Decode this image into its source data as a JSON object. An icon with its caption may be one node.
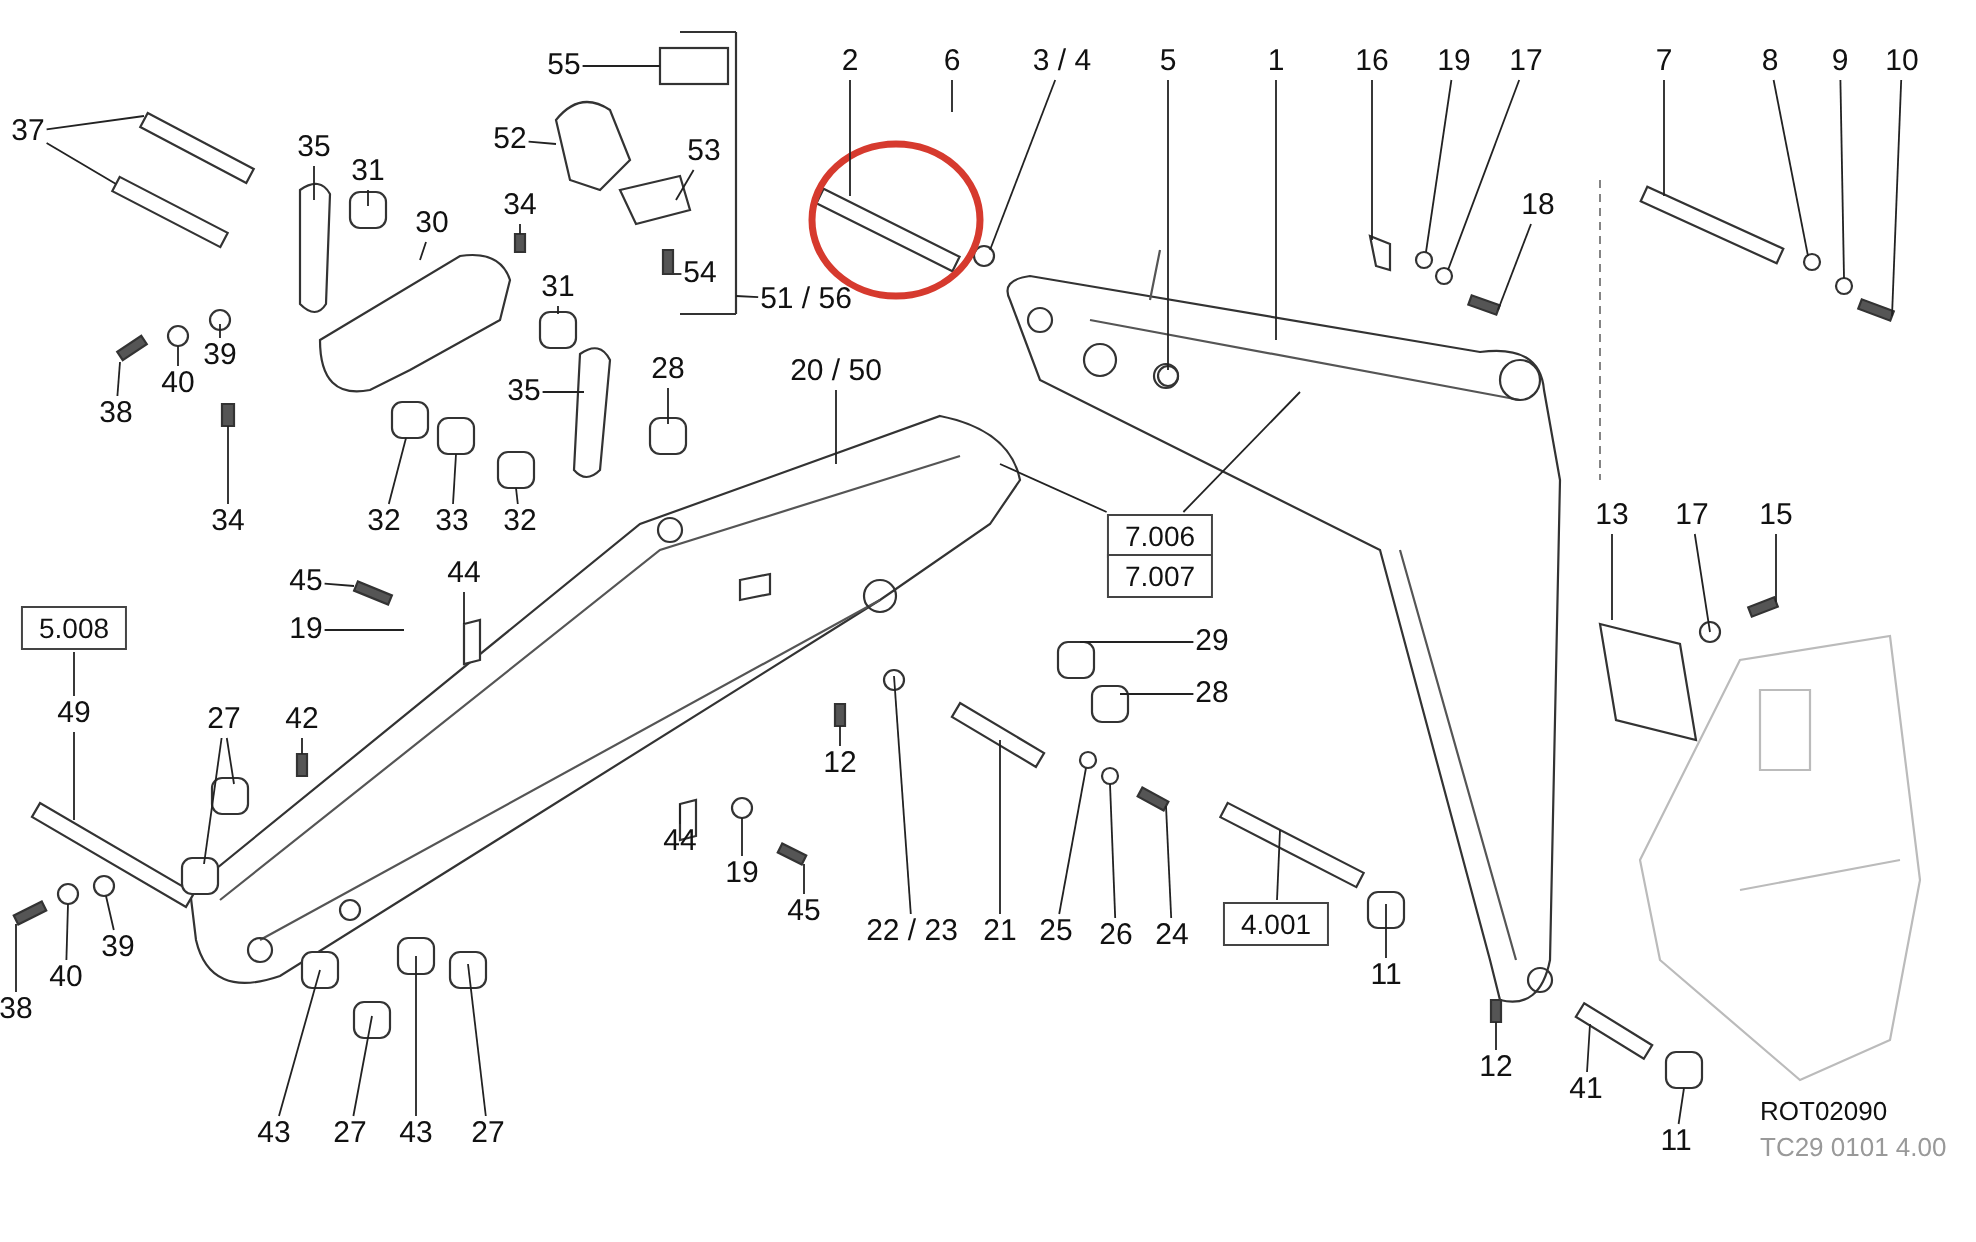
{
  "diagram": {
    "nodes": [
      {
        "text": [
          "55"
        ]
      },
      {
        "text": [
          "52"
        ]
      },
      {
        "text": [
          "53"
        ]
      },
      {
        "text": [
          "54"
        ]
      },
      {
        "text": [
          "51 / 56"
        ]
      },
      {
        "text": [
          "37"
        ]
      },
      {
        "text": [
          "35"
        ]
      },
      {
        "text": [
          "31"
        ]
      },
      {
        "text": [
          "30"
        ]
      },
      {
        "text": [
          "34"
        ]
      },
      {
        "text": [
          "31"
        ]
      },
      {
        "text": [
          "35"
        ]
      },
      {
        "text": [
          "28"
        ]
      },
      {
        "text": [
          "38"
        ]
      },
      {
        "text": [
          "40"
        ]
      },
      {
        "text": [
          "39"
        ]
      },
      {
        "text": [
          "34"
        ]
      },
      {
        "text": [
          "32"
        ]
      },
      {
        "text": [
          "33"
        ]
      },
      {
        "text": [
          "32"
        ]
      },
      {
        "text": [
          "2"
        ]
      },
      {
        "text": [
          "6"
        ]
      },
      {
        "text": [
          "3 / 4"
        ]
      },
      {
        "text": [
          "5"
        ]
      },
      {
        "text": [
          "1"
        ]
      },
      {
        "text": [
          "16"
        ]
      },
      {
        "text": [
          "19"
        ]
      },
      {
        "text": [
          "17"
        ]
      },
      {
        "text": [
          "18"
        ]
      },
      {
        "text": [
          "7"
        ]
      },
      {
        "text": [
          "8"
        ]
      },
      {
        "text": [
          "9"
        ]
      },
      {
        "text": [
          "10"
        ]
      },
      {
        "text": [
          "20 / 50"
        ]
      },
      {
        "text": [
          "7.006"
        ]
      },
      {
        "text": [
          "7.007"
        ]
      },
      {
        "text": [
          "13"
        ]
      },
      {
        "text": [
          "17"
        ]
      },
      {
        "text": [
          "15"
        ]
      },
      {
        "text": [
          "45"
        ]
      },
      {
        "text": [
          "44"
        ]
      },
      {
        "text": [
          "19"
        ]
      },
      {
        "text": [
          "29"
        ]
      },
      {
        "text": [
          "28"
        ]
      },
      {
        "text": [
          "5.008"
        ]
      },
      {
        "text": [
          "49"
        ]
      },
      {
        "text": [
          "27"
        ]
      },
      {
        "text": [
          "42"
        ]
      },
      {
        "text": [
          "12"
        ]
      },
      {
        "text": [
          "44"
        ]
      },
      {
        "text": [
          "19"
        ]
      },
      {
        "text": [
          "45"
        ]
      },
      {
        "text": [
          "22 / 23"
        ]
      },
      {
        "text": [
          "21"
        ]
      },
      {
        "text": [
          "25"
        ]
      },
      {
        "text": [
          "26"
        ]
      },
      {
        "text": [
          "24"
        ]
      },
      {
        "text": [
          "4.001"
        ]
      },
      {
        "text": [
          "11"
        ]
      },
      {
        "text": [
          "38"
        ]
      },
      {
        "text": [
          "40"
        ]
      },
      {
        "text": [
          "39"
        ]
      },
      {
        "text": [
          "43"
        ]
      },
      {
        "text": [
          "27"
        ]
      },
      {
        "text": [
          "43"
        ]
      },
      {
        "text": [
          "27"
        ]
      },
      {
        "text": [
          "12"
        ]
      },
      {
        "text": [
          "41"
        ]
      },
      {
        "text": [
          "11"
        ]
      },
      {
        "text": [],
        "shape": "bracket"
      },
      {
        "text": [],
        "shape": "picture"
      },
      {
        "text": [],
        "shape": "circle"
      },
      {
        "text": [],
        "shape": "picture"
      },
      {
        "text": [],
        "shape": "box"
      },
      {
        "text": [],
        "shape": "picture"
      },
      {
        "text": [],
        "shape": "circle"
      },
      {
        "text": [],
        "shape": "picture"
      },
      {
        "text": [],
        "shape": "picture"
      },
      {
        "text": [],
        "shape": "circle"
      },
      {
        "text": [],
        "shape": "box"
      },
      {
        "text": [],
        "shape": "box"
      },
      {
        "text": [],
        "shape": "circle"
      },
      {
        "text": [],
        "shape": "picture"
      },
      {
        "text": [],
        "shape": "picture"
      },
      {
        "text": [],
        "shape": "picture"
      },
      {
        "text": [],
        "shape": "picture"
      },
      {
        "text": [],
        "shape": "box"
      },
      {
        "text": [],
        "shape": "box"
      },
      {
        "text": [],
        "shape": "picture"
      },
      {
        "text": [],
        "shape": "picture"
      },
      {
        "text": [],
        "shape": "box"
      },
      {
        "text": [],
        "shape": "circle"
      },
      {
        "text": [],
        "shape": "circle"
      },
      {
        "text": [],
        "shape": "circle"
      },
      {
        "text": [],
        "shape": "circle"
      },
      {
        "text": [],
        "shape": "circle"
      },
      {
        "text": [],
        "shape": "circle"
      },
      {
        "text": [],
        "shape": "box"
      },
      {
        "text": [],
        "shape": "box"
      }
    ],
    "edges": [
      {
        "from": 0,
        "to": null,
        "arrow": "none"
      },
      {
        "from": 1,
        "to": null,
        "arrow": "none"
      },
      {
        "from": 2,
        "to": null,
        "arrow": "none"
      },
      {
        "from": 3,
        "to": 90,
        "arrow": "none"
      },
      {
        "from": 4,
        "to": 69,
        "arrow": "none"
      },
      {
        "from": 5,
        "to": null,
        "arrow": "none"
      },
      {
        "from": 5,
        "to": null,
        "arrow": "none"
      },
      {
        "from": 6,
        "to": null,
        "arrow": "none"
      },
      {
        "from": 7,
        "to": null,
        "arrow": "none"
      },
      {
        "from": 8,
        "to": null,
        "arrow": "none"
      },
      {
        "from": 9,
        "to": 86,
        "arrow": "none"
      },
      {
        "from": 10,
        "to": null,
        "arrow": "none"
      },
      {
        "from": 11,
        "to": null,
        "arrow": "none"
      },
      {
        "from": 12,
        "to": null,
        "arrow": "none"
      },
      {
        "from": 13,
        "to": 70,
        "arrow": "none"
      },
      {
        "from": 14,
        "to": 71,
        "arrow": "none"
      },
      {
        "from": 15,
        "to": null,
        "arrow": "none"
      },
      {
        "from": 16,
        "to": 72,
        "arrow": "none"
      },
      {
        "from": 17,
        "to": 79,
        "arrow": "none"
      },
      {
        "from": 18,
        "to": 73,
        "arrow": "none"
      },
      {
        "from": 19,
        "to": 80,
        "arrow": "none"
      },
      {
        "from": 20,
        "to": null,
        "arrow": "none"
      },
      {
        "from": 21,
        "to": null,
        "arrow": "none"
      },
      {
        "from": 22,
        "to": null,
        "arrow": "none"
      },
      {
        "from": 23,
        "to": null,
        "arrow": "none"
      },
      {
        "from": 24,
        "to": null,
        "arrow": "none"
      },
      {
        "from": 25,
        "to": null,
        "arrow": "none"
      },
      {
        "from": 26,
        "to": 96,
        "arrow": "none"
      },
      {
        "from": 27,
        "to": 95,
        "arrow": "none"
      },
      {
        "from": 28,
        "to": 83,
        "arrow": "none"
      },
      {
        "from": 29,
        "to": null,
        "arrow": "none"
      },
      {
        "from": 30,
        "to": 93,
        "arrow": "none"
      },
      {
        "from": 31,
        "to": 91,
        "arrow": "none"
      },
      {
        "from": 32,
        "to": 82,
        "arrow": "none"
      },
      {
        "from": 33,
        "to": null,
        "arrow": "none"
      },
      {
        "from": 34,
        "to": null,
        "arrow": "none"
      },
      {
        "from": 34,
        "to": null,
        "arrow": "none"
      },
      {
        "from": 36,
        "to": null,
        "arrow": "none"
      },
      {
        "from": 37,
        "to": null,
        "arrow": "none"
      },
      {
        "from": 38,
        "to": 84,
        "arrow": "none"
      },
      {
        "from": 39,
        "to": 74,
        "arrow": "none"
      },
      {
        "from": 40,
        "to": null,
        "arrow": "none"
      },
      {
        "from": 41,
        "to": null,
        "arrow": "none"
      },
      {
        "from": 42,
        "to": null,
        "arrow": "none"
      },
      {
        "from": 43,
        "to": null,
        "arrow": "none"
      },
      {
        "from": 44,
        "to": 45,
        "arrow": "none"
      },
      {
        "from": 45,
        "to": null,
        "arrow": "none"
      },
      {
        "from": 46,
        "to": null,
        "arrow": "none"
      },
      {
        "from": 46,
        "to": null,
        "arrow": "none"
      },
      {
        "from": 47,
        "to": 87,
        "arrow": "none"
      },
      {
        "from": 48,
        "to": 88,
        "arrow": "none"
      },
      {
        "from": 49,
        "to": null,
        "arrow": "none"
      },
      {
        "from": 50,
        "to": 75,
        "arrow": "none"
      },
      {
        "from": 51,
        "to": 76,
        "arrow": "none"
      },
      {
        "from": 52,
        "to": null,
        "arrow": "none"
      },
      {
        "from": 53,
        "to": null,
        "arrow": "none"
      },
      {
        "from": 54,
        "to": 94,
        "arrow": "none"
      },
      {
        "from": 55,
        "to": 92,
        "arrow": "none"
      },
      {
        "from": 56,
        "to": 85,
        "arrow": "none"
      },
      {
        "from": 57,
        "to": null,
        "arrow": "none"
      },
      {
        "from": 58,
        "to": null,
        "arrow": "none"
      },
      {
        "from": 59,
        "to": 77,
        "arrow": "none"
      },
      {
        "from": 60,
        "to": 78,
        "arrow": "none"
      },
      {
        "from": 61,
        "to": 81,
        "arrow": "none"
      },
      {
        "from": 62,
        "to": null,
        "arrow": "none"
      },
      {
        "from": 63,
        "to": null,
        "arrow": "none"
      },
      {
        "from": 64,
        "to": null,
        "arrow": "none"
      },
      {
        "from": 65,
        "to": null,
        "arrow": "none"
      },
      {
        "from": 66,
        "to": 89,
        "arrow": "none"
      },
      {
        "from": 67,
        "to": 97,
        "arrow": "none"
      },
      {
        "from": 68,
        "to": 98,
        "arrow": "none"
      }
    ],
    "labels": [
      "ROT02090",
      "TC29 0101 4.00"
    ]
  }
}
